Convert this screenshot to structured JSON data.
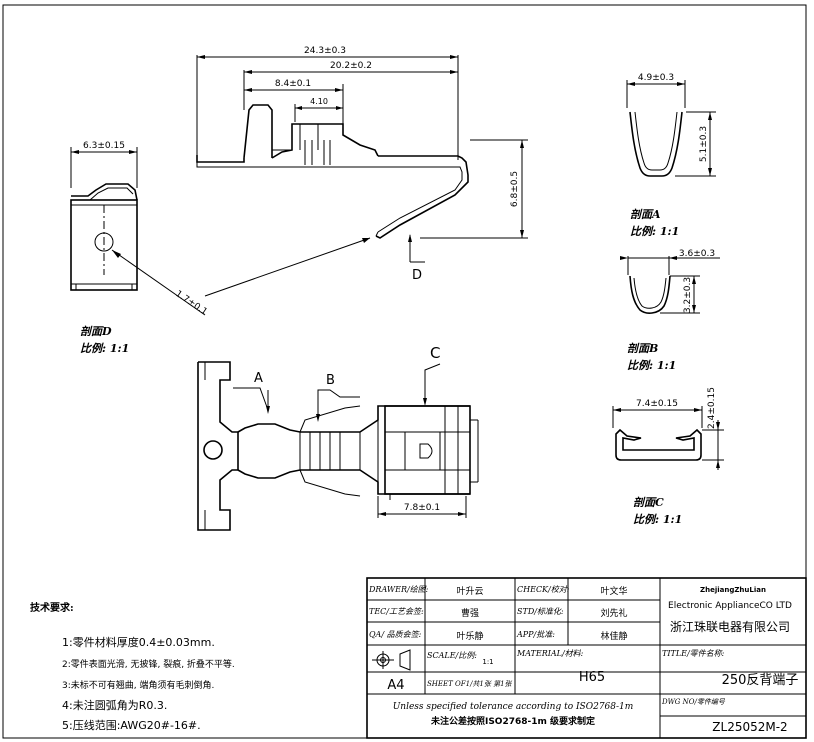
{
  "dims": {
    "top_total": "24.3±0.3",
    "top_mid": "20.2±0.2",
    "top_small": "8.4±0.1",
    "top_inner": "4.10",
    "height_right": "6.8±0.5",
    "left_width": "6.3±0.15",
    "diag": "1.7±0.1",
    "secA_width": "4.9±0.3",
    "secA_height": "5.1±0.3",
    "secB_width": "3.6±0.3",
    "secB_height": "3.2±0.3",
    "secC_width": "7.4±0.15",
    "secC_height": "2.4±0.15",
    "bottom_width": "7.8±0.1"
  },
  "labels": {
    "D_arrow": "D",
    "A": "A",
    "B": "B",
    "C": "C"
  },
  "sections": {
    "D_title": "剖面D",
    "D_scale": "比例: 1:1",
    "A_title": "剖面A",
    "A_scale": "比例: 1:1",
    "B_title": "剖面B",
    "B_scale": "比例: 1:1",
    "C_title": "剖面C",
    "C_scale": "比例: 1:1"
  },
  "notes": {
    "title": "技术要求:",
    "items": [
      "1:零件材料厚度0.4±0.03mm.",
      "2:零件表面光滑, 无披锋, 裂痕, 折叠不平等.",
      "3:未标不可有翘曲, 端角须有毛刺倒角.",
      "4:未注圆弧角为R0.3.",
      "5:压线范围:AWG20#-16#."
    ]
  },
  "titleblock": {
    "drawer_label": "DRAWER/绘图:",
    "drawer_value": "叶升云",
    "check_label": "CHECK/校对:",
    "check_value": "叶文华",
    "tec_label": "TEC/工艺会签:",
    "tec_value": "曹强",
    "std_label": "STD/标准化:",
    "std_value": "刘先礼",
    "qa_label": "QA/ 品质会签:",
    "qa_value": "叶乐静",
    "app_label": "APP/批准:",
    "app_value": "林佳静",
    "company_en_1": "ZhejiangZhuLian",
    "company_en_2": "Electronic ApplianceCO LTD",
    "company_cn": "浙江珠联电器有限公司",
    "scale_label": "SCALE/比例:",
    "scale_value": "1:1",
    "material_label": "MATERIAL/材料:",
    "material_value": "H65",
    "title_label": "TITLE/零件名称:",
    "title_value": "250反背端子",
    "size": "A4",
    "sheet": "SHEET OF1/共1张 第1张",
    "tol_en": "Unless specified tolerance according to ISO2768-1m",
    "tol_cn": "未注公差按照ISO2768-1m 级要求制定",
    "dwg_label": "DWG NO/零件编号",
    "dwg_value": "ZL25052M-2"
  }
}
